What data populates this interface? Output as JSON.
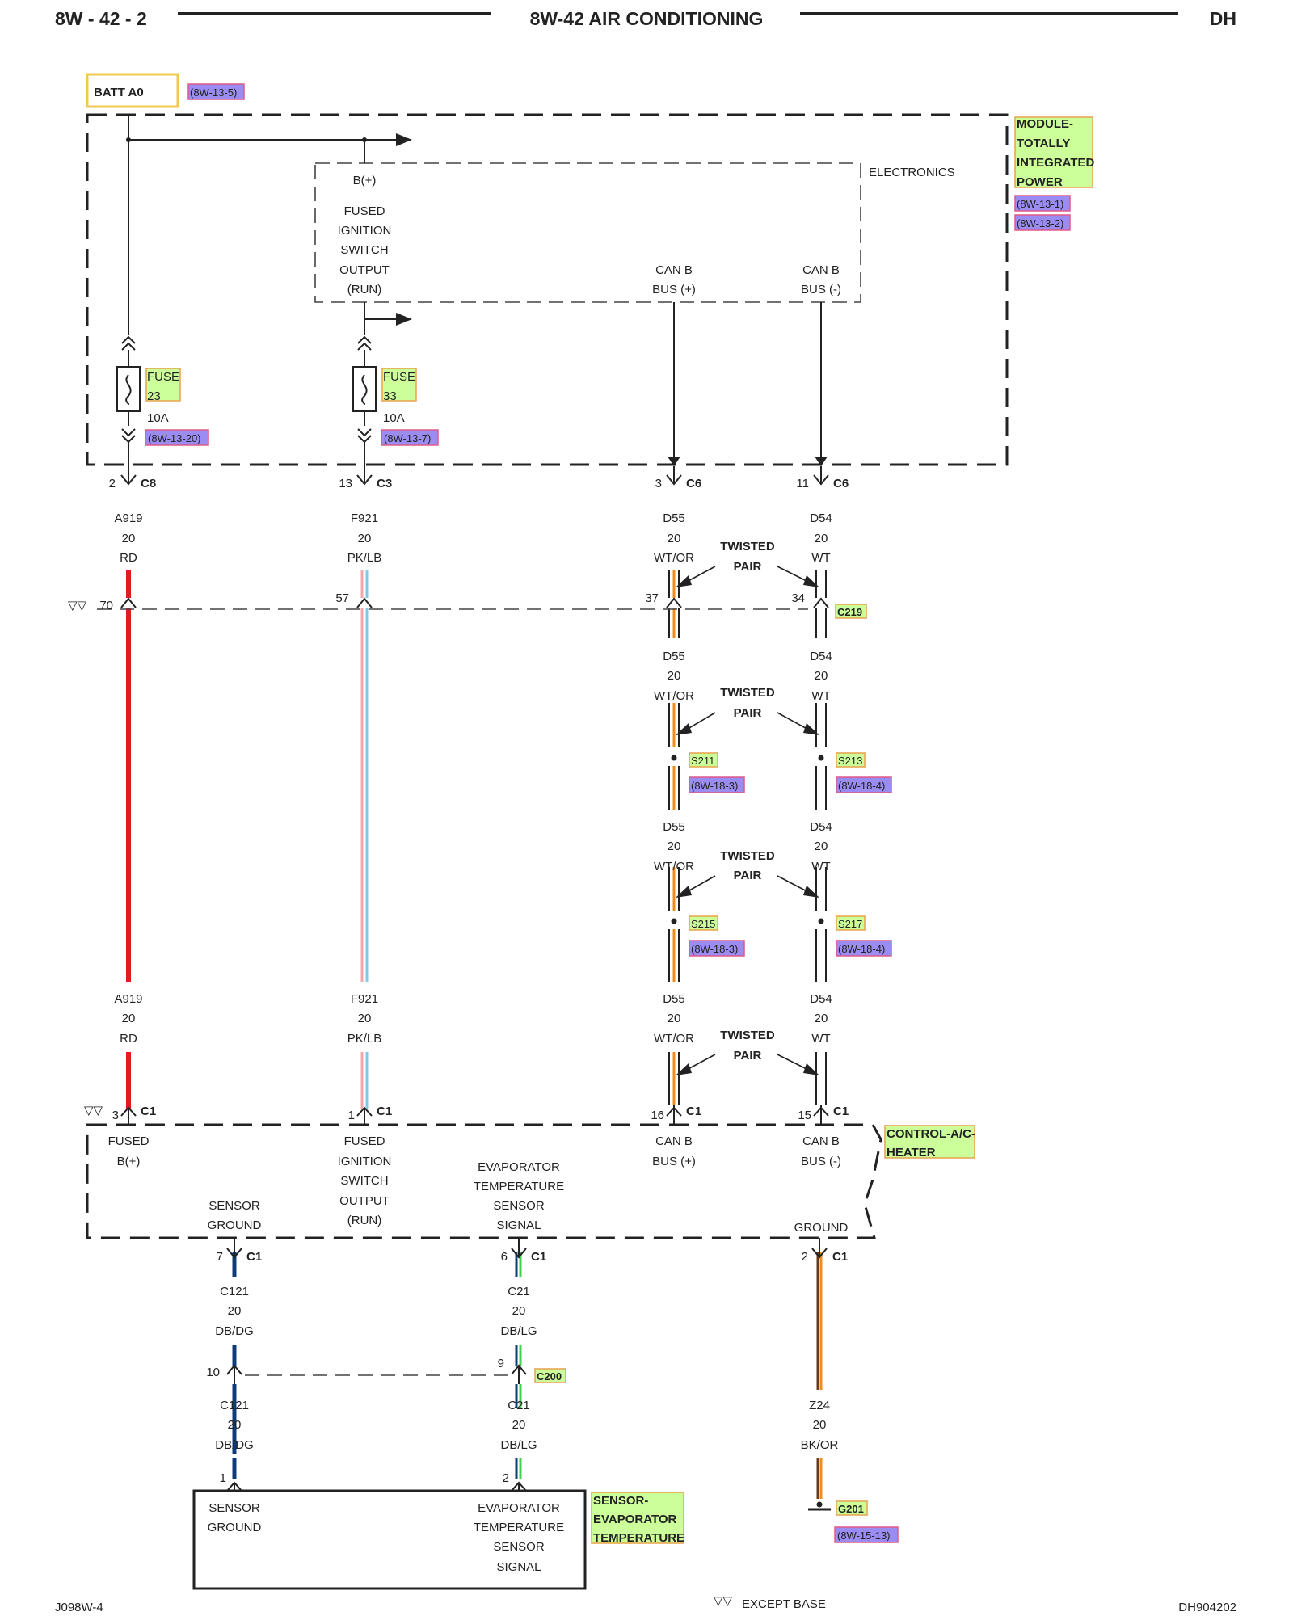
{
  "header": {
    "page_id": "8W - 42 - 2",
    "title": "8W-42 AIR CONDITIONING",
    "model": "DH"
  },
  "footer": {
    "left": "J098W-4",
    "right": "DH904202",
    "legend_marks": "▽▽",
    "legend_text": "EXCEPT BASE"
  },
  "batt": {
    "label": "BATT A0",
    "ref": "(8W-13-5)"
  },
  "tipm": {
    "name_lines": [
      "MODULE-",
      "TOTALLY",
      "INTEGRATED",
      "POWER"
    ],
    "refs": [
      "(8W-13-1)",
      "(8W-13-2)"
    ],
    "electronics": "ELECTRONICS",
    "bplus": "B(+)",
    "ign_lines": [
      "FUSED",
      "IGNITION",
      "SWITCH",
      "OUTPUT",
      "(RUN)"
    ],
    "canp_lines": [
      "CAN B",
      "BUS (+)"
    ],
    "canm_lines": [
      "CAN B",
      "BUS (-)"
    ]
  },
  "fuses": [
    {
      "name": "FUSE",
      "number": "23",
      "rating": "10A",
      "ref": "(8W-13-20)"
    },
    {
      "name": "FUSE",
      "number": "33",
      "rating": "10A",
      "ref": "(8W-13-7)"
    }
  ],
  "tipm_pins": [
    {
      "pin": "2",
      "conn": "C8"
    },
    {
      "pin": "13",
      "conn": "C3"
    },
    {
      "pin": "3",
      "conn": "C6"
    },
    {
      "pin": "11",
      "conn": "C6"
    }
  ],
  "wires": {
    "a919": [
      "A919",
      "20",
      "RD"
    ],
    "f921": [
      "F921",
      "20",
      "PK/LB"
    ],
    "d55": [
      "D55",
      "20",
      "WT/OR"
    ],
    "d54": [
      "D54",
      "20",
      "WT"
    ],
    "c121": [
      "C121",
      "20",
      "DB/DG"
    ],
    "c21": [
      "C21",
      "20",
      "DB/LG"
    ],
    "z24": [
      "Z24",
      "20",
      "BK/OR"
    ]
  },
  "twisted_pair": [
    "TWISTED",
    "PAIR"
  ],
  "c219": {
    "name": "C219",
    "marks": "▽▽",
    "pins": [
      "70",
      "57",
      "37",
      "34"
    ]
  },
  "splices": [
    {
      "name": "S211",
      "ref": "(8W-18-3)"
    },
    {
      "name": "S213",
      "ref": "(8W-18-4)"
    },
    {
      "name": "S215",
      "ref": "(8W-18-3)"
    },
    {
      "name": "S217",
      "ref": "(8W-18-4)"
    }
  ],
  "hvac": {
    "name_lines": [
      "CONTROL-A/C-",
      "HEATER"
    ],
    "marks": "▽▽",
    "top_pins": [
      {
        "pin": "3",
        "conn": "C1"
      },
      {
        "pin": "1",
        "conn": "C1"
      },
      {
        "pin": "16",
        "conn": "C1"
      },
      {
        "pin": "15",
        "conn": "C1"
      }
    ],
    "fused_b": [
      "FUSED",
      "B(+)"
    ],
    "ign_lines": [
      "FUSED",
      "IGNITION",
      "SWITCH",
      "OUTPUT",
      "(RUN)"
    ],
    "canp_lines": [
      "CAN B",
      "BUS (+)"
    ],
    "canm_lines": [
      "CAN B",
      "BUS (-)"
    ],
    "sensor_ground": [
      "SENSOR",
      "GROUND"
    ],
    "evap_lines": [
      "EVAPORATOR",
      "TEMPERATURE",
      "SENSOR",
      "SIGNAL"
    ],
    "ground": "GROUND",
    "bottom_pins": [
      {
        "pin": "7",
        "conn": "C1"
      },
      {
        "pin": "6",
        "conn": "C1"
      },
      {
        "pin": "2",
        "conn": "C1"
      }
    ]
  },
  "c200": {
    "name": "C200",
    "pins": [
      "10",
      "9"
    ]
  },
  "sensor": {
    "name_lines": [
      "SENSOR-",
      "EVAPORATOR",
      "TEMPERATURE"
    ],
    "pins": [
      "1",
      "2"
    ],
    "ground_lines": [
      "SENSOR",
      "GROUND"
    ],
    "signal_lines": [
      "EVAPORATOR",
      "TEMPERATURE",
      "SENSOR",
      "SIGNAL"
    ]
  },
  "g201": {
    "name": "G201",
    "ref": "(8W-15-13)"
  },
  "colors": {
    "rd": "#e31b1b",
    "pk": "#f3a7ad",
    "lb": "#7fc8e8",
    "wt": "#ffffff",
    "or": "#f08c1e",
    "db": "#0f3c78",
    "dg": "#1f7a3a",
    "lg": "#3fd14a",
    "bk": "#222222",
    "label_green": "#ccff99",
    "label_green_border": "#e8a24c",
    "ref_purple": "#9a8cf3",
    "ref_border": "#e05a8a",
    "batt_border": "#f2c94c"
  }
}
